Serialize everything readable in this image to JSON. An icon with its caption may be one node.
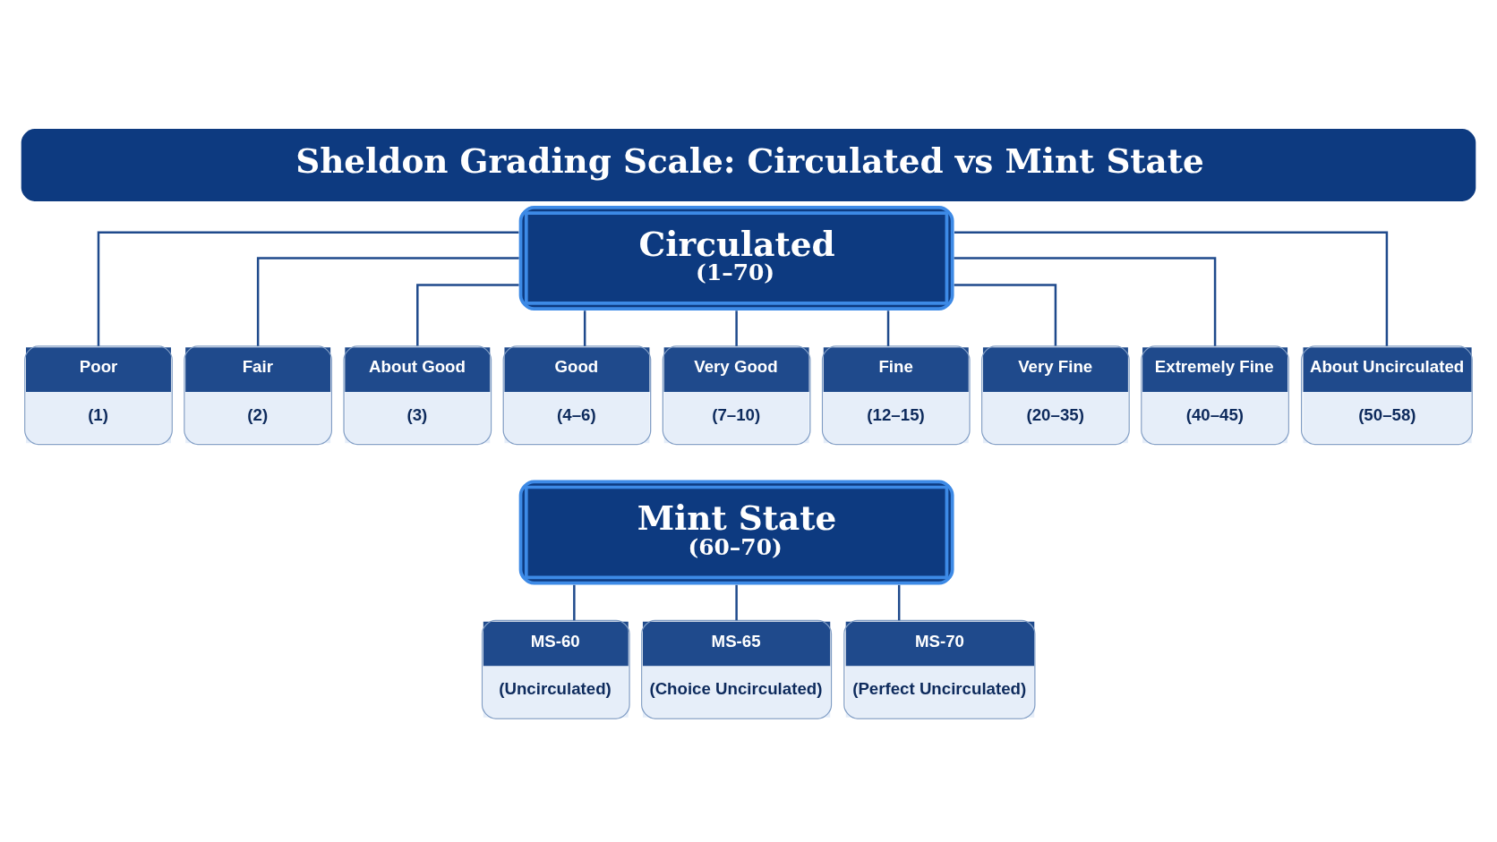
{
  "diagram": {
    "title": "Sheldon Grading Scale: Circulated vs Mint State",
    "nodes": [
      {
        "text": [
          "Circulated",
          "(1–70)"
        ]
      },
      {
        "text": [
          "Poor",
          "(1)"
        ]
      },
      {
        "text": [
          "Fair",
          "(2)"
        ]
      },
      {
        "text": [
          "About Good",
          "(3)"
        ]
      },
      {
        "text": [
          "Good",
          "(4–6)"
        ]
      },
      {
        "text": [
          "Very Good",
          "(7–10)"
        ]
      },
      {
        "text": [
          "Fine",
          "(12–15)"
        ]
      },
      {
        "text": [
          "Very Fine",
          "(20–35)"
        ]
      },
      {
        "text": [
          "Extremely Fine",
          "(40–45)"
        ]
      },
      {
        "text": [
          "About Uncirculated",
          "(50–58)"
        ]
      },
      {
        "text": [
          "Mint State",
          "(60–70)"
        ]
      },
      {
        "text": [
          "MS-60",
          "(Uncirculated)"
        ]
      },
      {
        "text": [
          "MS-65",
          "(Choice Uncirculated)"
        ]
      },
      {
        "text": [
          "MS-70",
          "(Perfect Uncirculated)"
        ]
      }
    ],
    "edges": [
      {
        "from": 0,
        "to": 1,
        "arrow": "none"
      },
      {
        "from": 0,
        "to": 2,
        "arrow": "none"
      },
      {
        "from": 0,
        "to": 3,
        "arrow": "none"
      },
      {
        "from": 0,
        "to": 4,
        "arrow": "none"
      },
      {
        "from": 0,
        "to": 5,
        "arrow": "none"
      },
      {
        "from": 0,
        "to": 6,
        "arrow": "none"
      },
      {
        "from": 0,
        "to": 7,
        "arrow": "none"
      },
      {
        "from": 0,
        "to": 8,
        "arrow": "none"
      },
      {
        "from": 0,
        "to": 9,
        "arrow": "none"
      },
      {
        "from": 10,
        "to": 11,
        "arrow": "none"
      },
      {
        "from": 10,
        "to": 12,
        "arrow": "none"
      },
      {
        "from": 10,
        "to": 13,
        "arrow": "none"
      }
    ]
  }
}
